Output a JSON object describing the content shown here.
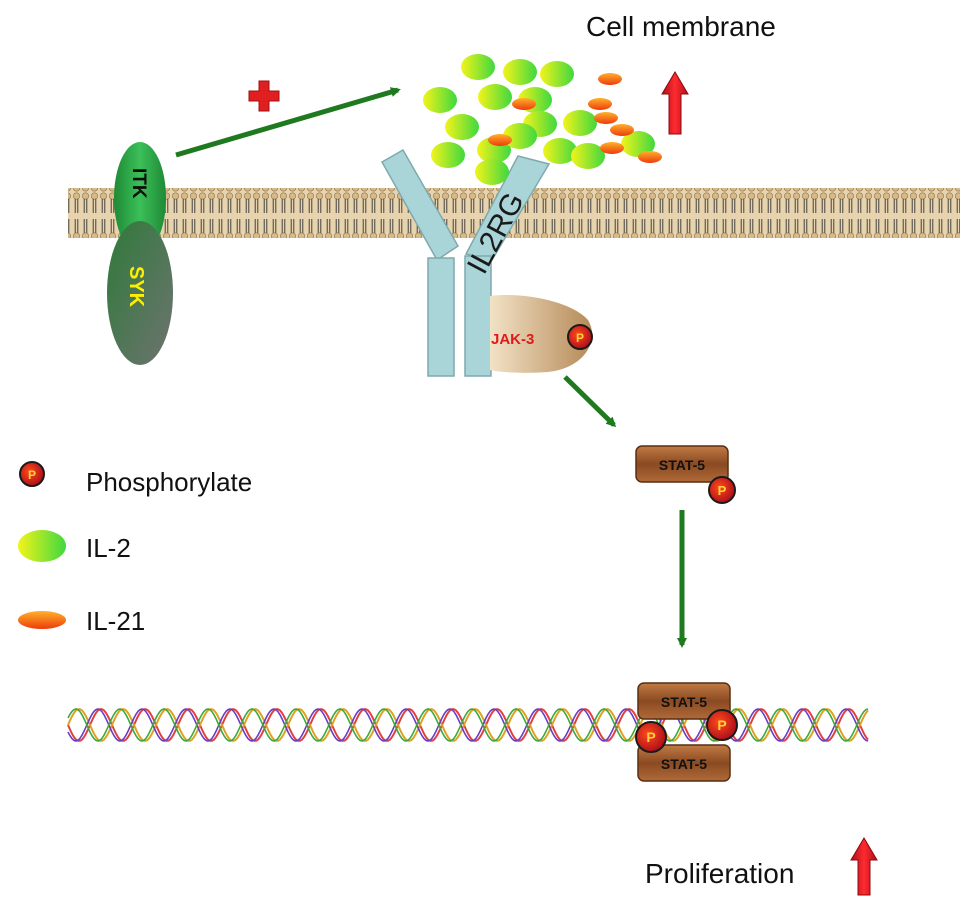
{
  "title": "Cell membrane",
  "bottom_label": "Proliferation",
  "proteins": {
    "itk": "ITK",
    "syk": "SYK",
    "receptor": "IL2RG",
    "jak": "JAK-3",
    "stat_cytoplasm": "STAT-5",
    "stat_dna_top": "STAT-5",
    "stat_dna_bottom": "STAT-5"
  },
  "phospho_symbol": "P",
  "legend": {
    "items": [
      {
        "symbol": "P",
        "label": "Phosphorylate",
        "icon": "phospho-icon"
      },
      {
        "label": "IL-2",
        "icon": "il2-ellipse-icon"
      },
      {
        "label": "IL-21",
        "icon": "il21-ellipse-icon"
      }
    ]
  },
  "colors": {
    "arrow_green": "#1f7a1f",
    "up_arrow_red": "#e8202a",
    "cross_red": "#e02020",
    "itk_green": "#2ea84a",
    "syk_gray": "#3f6a4a",
    "syk_text": "#ffee00",
    "receptor": "#a9d4d8",
    "jak_tan": "#d6b48c",
    "jak_text": "#e01a1a",
    "stat_brown": "#9a5a2e",
    "phospho_red": "#c8141e",
    "phospho_text": "#ffcc00",
    "il2_yellow": "#f2f21c",
    "il2_green": "#4ddc4d",
    "il21_orange": "#f04a10",
    "il21_yellow": "#ffb020",
    "membrane_tan": "#d9bc90"
  }
}
